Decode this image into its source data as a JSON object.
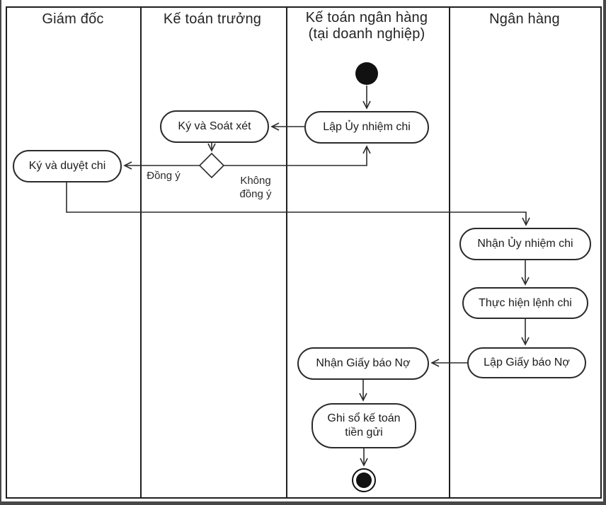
{
  "diagram": {
    "type": "uml-activity-swimlane",
    "lanes": [
      {
        "label": "Giám đốc"
      },
      {
        "label": "Kế toán trưởng"
      },
      {
        "label": "Kế toán ngân hàng",
        "sublabel": "(tại doanh nghiệp)"
      },
      {
        "label": "Ngân hàng"
      }
    ],
    "nodes": [
      {
        "id": "start",
        "type": "initial",
        "label": "",
        "lane": 2
      },
      {
        "id": "lap-uy-nhiem-chi",
        "type": "action",
        "label": "Lập Ủy nhiệm chi",
        "lane": 2
      },
      {
        "id": "ky-va-soat-xet",
        "type": "action",
        "label": "Ký và Soát xét",
        "lane": 1
      },
      {
        "id": "decision",
        "type": "decision",
        "label": "",
        "lane": 1
      },
      {
        "id": "ky-va-duyet-chi",
        "type": "action",
        "label": "Ký và duyệt chi",
        "lane": 0
      },
      {
        "id": "nhan-uy-nhiem-chi",
        "type": "action",
        "label": "Nhận Ủy nhiệm chi",
        "lane": 3
      },
      {
        "id": "thuc-hien-lenh-chi",
        "type": "action",
        "label": "Thực hiện lệnh chi",
        "lane": 3
      },
      {
        "id": "lap-giay-bao-no",
        "type": "action",
        "label": "Lập Giấy báo Nợ",
        "lane": 3
      },
      {
        "id": "nhan-giay-bao-no",
        "type": "action",
        "label": "Nhận Giấy báo Nợ",
        "lane": 2
      },
      {
        "id": "ghi-so-ke-toan-tien-gui",
        "type": "action",
        "label": "Ghi sổ kế toán tiền gửi",
        "lane": 2
      },
      {
        "id": "end",
        "type": "final",
        "label": "",
        "lane": 2
      }
    ],
    "edges": [
      {
        "from": "start",
        "to": "lap-uy-nhiem-chi",
        "label": ""
      },
      {
        "from": "lap-uy-nhiem-chi",
        "to": "ky-va-soat-xet",
        "label": ""
      },
      {
        "from": "ky-va-soat-xet",
        "to": "decision",
        "label": ""
      },
      {
        "from": "decision",
        "to": "ky-va-duyet-chi",
        "label": "Đồng ý"
      },
      {
        "from": "decision",
        "to": "lap-uy-nhiem-chi",
        "label": "Không đồng ý"
      },
      {
        "from": "ky-va-duyet-chi",
        "to": "nhan-uy-nhiem-chi",
        "label": ""
      },
      {
        "from": "nhan-uy-nhiem-chi",
        "to": "thuc-hien-lenh-chi",
        "label": ""
      },
      {
        "from": "thuc-hien-lenh-chi",
        "to": "lap-giay-bao-no",
        "label": ""
      },
      {
        "from": "lap-giay-bao-no",
        "to": "nhan-giay-bao-no",
        "label": ""
      },
      {
        "from": "nhan-giay-bao-no",
        "to": "ghi-so-ke-toan-tien-gui",
        "label": ""
      },
      {
        "from": "ghi-so-ke-toan-tien-gui",
        "to": "end",
        "label": ""
      }
    ],
    "colors": {
      "stroke": "#2b2b2b",
      "lane_border": "#1f1f1f",
      "node_fill": "#ffffff",
      "frame": "#474747",
      "text": "#1c1c1c"
    }
  }
}
